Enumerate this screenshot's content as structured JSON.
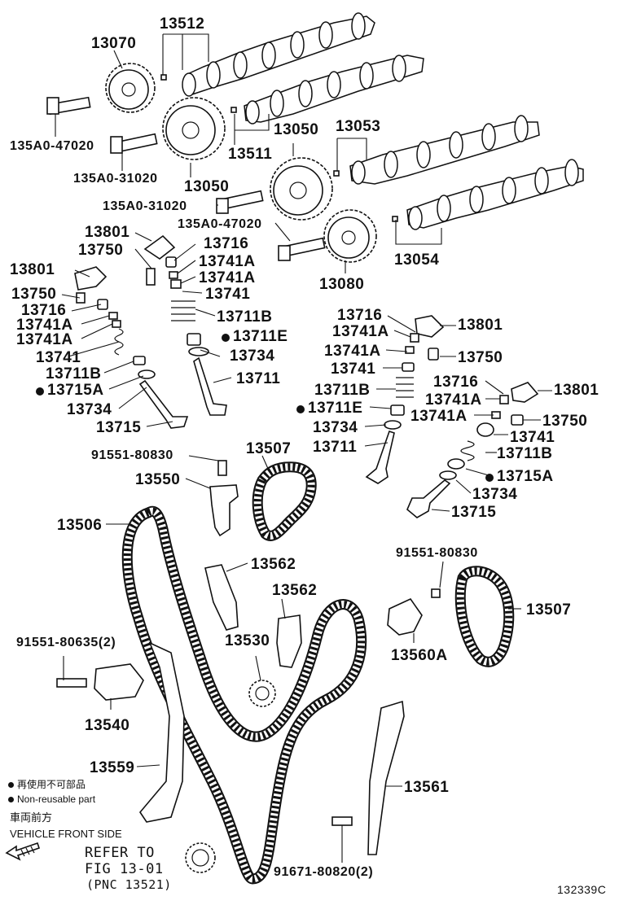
{
  "parts": {
    "p13512": "13512",
    "p13070": "13070",
    "p135A0_47020_a": "135A0-47020",
    "p135A0_31020_a": "135A0-31020",
    "p13050_a": "13050",
    "p13050_b": "13050",
    "p13053": "13053",
    "p13511": "13511",
    "p135A0_31020_b": "135A0-31020",
    "p135A0_47020_b": "135A0-47020",
    "p13054": "13054",
    "p13080": "13080",
    "p13801_a": "13801",
    "p13750_a": "13750",
    "p13716_a": "13716",
    "p13741A_a": "13741A",
    "p13741A_b": "13741A",
    "p13741_a": "13741",
    "p13711B_a": "13711B",
    "p13711E_a": "13711E",
    "p13734_a": "13734",
    "p13711_a": "13711",
    "p13801_b": "13801",
    "p13750_b": "13750",
    "p13716_b": "13716",
    "p13741A_c": "13741A",
    "p13741A_d": "13741A",
    "p13741_b": "13741",
    "p13711B_b": "13711B",
    "p13715A_a": "13715A",
    "p13734_b": "13734",
    "p13715_a": "13715",
    "p13716_c": "13716",
    "p13801_c": "13801",
    "p13741A_e": "13741A",
    "p13741A_f": "13741A",
    "p13750_c": "13750",
    "p13741_c": "13741",
    "p13711B_c": "13711B",
    "p13711E_b": "13711E",
    "p13734_c": "13734",
    "p13711_b": "13711",
    "p13716_d": "13716",
    "p13801_d": "13801",
    "p13741A_g": "13741A",
    "p13741A_h": "13741A",
    "p13750_d": "13750",
    "p13741_d": "13741",
    "p13711B_d": "13711B",
    "p13715A_b": "13715A",
    "p13734_d": "13734",
    "p13715_b": "13715",
    "p91551_80830_a": "91551-80830",
    "p13507_a": "13507",
    "p13550": "13550",
    "p13506": "13506",
    "p13562_a": "13562",
    "p13562_b": "13562",
    "p91551_80830_b": "91551-80830",
    "p13507_b": "13507",
    "p13530": "13530",
    "p13560A": "13560A",
    "p91551_80635": "91551-80635(2)",
    "p13540": "13540",
    "p13559": "13559",
    "p13561": "13561",
    "p91671_80820": "91671-80820(2)"
  },
  "legend": {
    "nonreusable_jp": "再使用不可部品",
    "nonreusable_en": "Non-reusable part",
    "front_jp": "車両前方",
    "front_en": "VEHICLE FRONT SIDE"
  },
  "refer": {
    "line1": "REFER TO",
    "line2": "FIG 13-01",
    "line3": "(PNC 13521)"
  },
  "diagram_id": "132339C",
  "icons": {
    "nonreusable_marker": "filled-dot",
    "front_arrow": "hatched-arrow-left"
  }
}
